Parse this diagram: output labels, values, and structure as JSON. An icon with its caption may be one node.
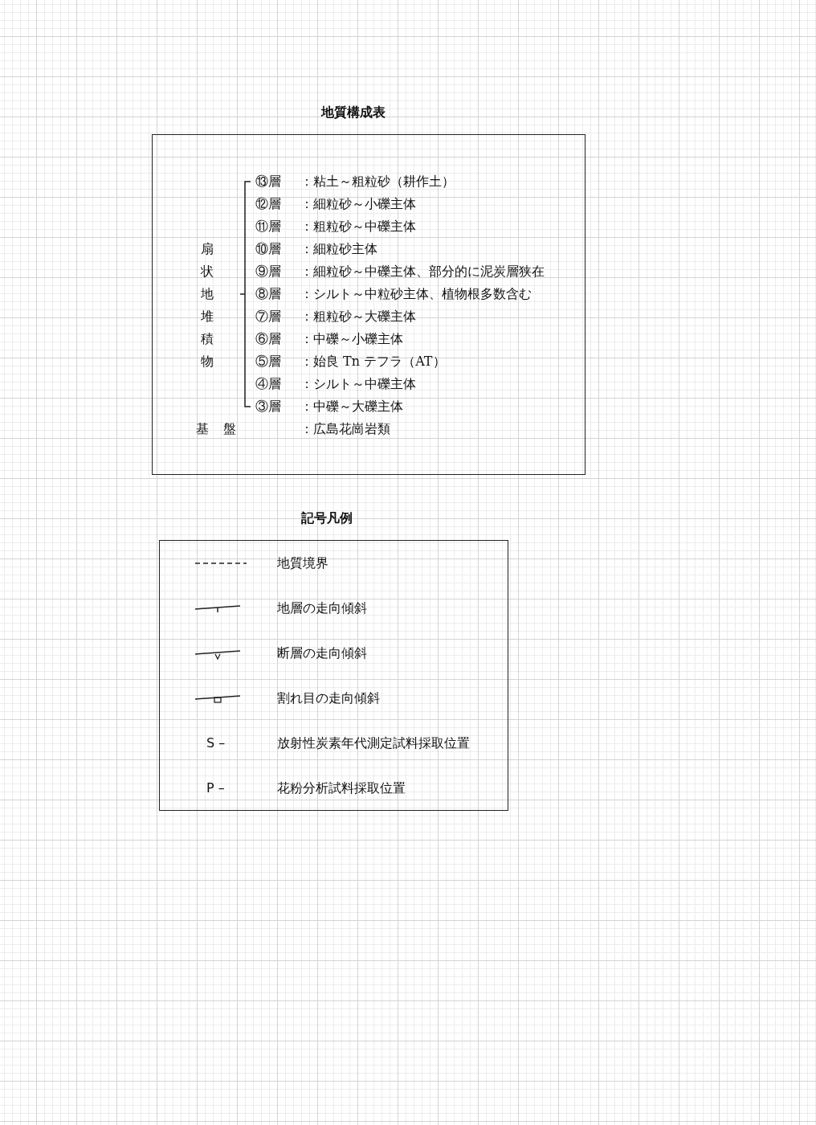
{
  "diagram": {
    "nodes": [
      {
        "text": [
          "地質構成表"
        ]
      },
      {
        "text": [
          "記号凡例"
        ]
      }
    ],
    "labels": [
      "扇状地堆積物",
      "⑬層",
      "：粘土～粗粒砂（耕作土）",
      "⑫層",
      "：細粒砂～小礫主体",
      "⑪層",
      "：粗粒砂～中礫主体",
      "⑩層",
      "：細粒砂主体",
      "⑨層",
      "：細粒砂～中礫主体、部分的に泥炭層狭在",
      "⑧層",
      "：シルト～中粒砂主体、植物根多数含む",
      "⑦層",
      "：粗粒砂～大礫主体",
      "⑥層",
      "：中礫～小礫主体",
      "⑤層",
      "：始良 Tn テフラ（AT）",
      "④層",
      "：シルト～中礫主体",
      "③層",
      "：中礫～大礫主体",
      "基盤",
      "：広島花崗岩類",
      "S –",
      "P –"
    ],
    "legend": [
      {
        "text": "地質境界"
      },
      {
        "text": "地層の走向傾斜"
      },
      {
        "text": "断層の走向傾斜"
      },
      {
        "text": "割れ目の走向傾斜"
      },
      {
        "text": "放射性炭素年代測定試料採取位置"
      },
      {
        "text": "花粉分析試料採取位置"
      }
    ]
  }
}
